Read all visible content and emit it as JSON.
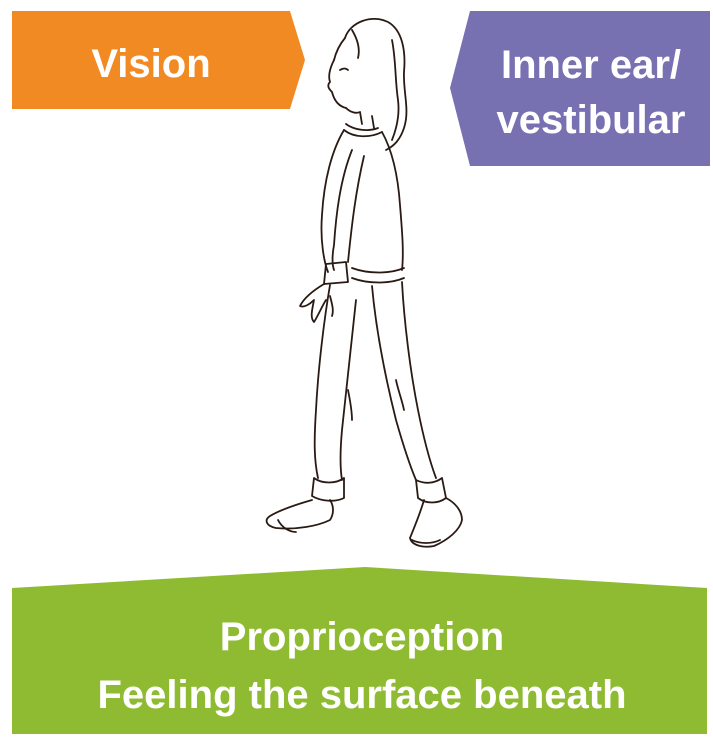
{
  "vision": {
    "label": "Vision",
    "color": "#F28A23"
  },
  "vestibular": {
    "lines": [
      "Inner ear/",
      "vestibular"
    ],
    "color": "#7771B2"
  },
  "proprioception": {
    "lines": [
      "Proprioception",
      "Feeling the surface beneath"
    ],
    "color": "#8FBB33"
  },
  "figure": {
    "icon": "walking-woman-illustration"
  }
}
